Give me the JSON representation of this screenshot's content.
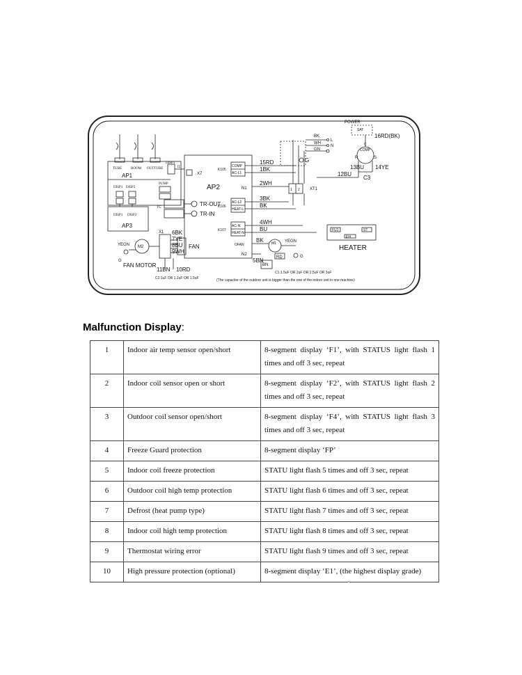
{
  "diagram": {
    "labels": {
      "power": "POWER",
      "bk": "BK",
      "wh": "WH",
      "gn": "GN",
      "l": "L",
      "n": "N",
      "g": "G",
      "sat": "SAT",
      "rd16": "16RD(BK)",
      "comp": "COMP",
      "r": "R",
      "s": "S",
      "c": "C",
      "bu13": "13BU",
      "ye14": "14YE",
      "c3": "C3",
      "one": "1",
      "two": "2",
      "bu12": "12BU",
      "xt1": "XT1",
      "tube": "TUBE",
      "room": "ROOM",
      "outtube": "OUTTUBE",
      "disp3": "DISP3",
      "ap1": "AP1",
      "disp1": "DISP1",
      "disp2": "DISP2",
      "pump": "PUMP",
      "ap3": "AP3",
      "ap2": "AP2",
      "x7": "X7",
      "i1": "I1",
      "k105": "K105",
      "comp_t": "COMP",
      "acl1": "AC-L1",
      "rd15": "15RD",
      "bk1": "1BK",
      "n1": "N1",
      "wh2": "2WH",
      "tr_out": "TR-OUT",
      "tr_in": "TR-IN",
      "tc": "TC",
      "k106": "K106",
      "acl2": "AC-L2",
      "heatl": "HEAT-L",
      "bk3": "3BK",
      "bk_plain": "BK",
      "k107": "K107",
      "acn": "AC-N",
      "heatn": "HEAT-N",
      "wh4": "4WH",
      "bu": "BU",
      "fu1": "FU1",
      "st": "ST",
      "eh": "EH",
      "heater": "HEATER",
      "x1": "X1",
      "bk6": "6BK",
      "ye7": "7YE",
      "bu8": "8BU",
      "wh9": "9WH",
      "fan": "FAN",
      "yegn": "YEGN",
      "m2": "M2",
      "fan_motor": "FAN MOTOR",
      "bn11": "11BN",
      "rd10": "10RD",
      "c2": "C2:1uF OR 1.2uF OR 1.5uF",
      "ofan": "OFAN",
      "n2": "N2",
      "bk_fan": "BK",
      "m1": "M1",
      "yegn2": "YEGN",
      "rd": "RD",
      "bn": "BN",
      "bn5": "5BN",
      "c1": "C1:1.5uF OR 2uF OR 2.5uF OR 3uF",
      "note": "(The capacitor of the outdoor unit is bigger than the one of the indoor unit in one machine)"
    }
  },
  "heading": {
    "text": "Malfunction Display",
    "colon": ":"
  },
  "table": {
    "rows": [
      {
        "no": "1",
        "fault": "Indoor air temp sensor open/short",
        "display": "8-segment display ‘F1’, with STATUS light flash 1 times and off 3 sec, repeat"
      },
      {
        "no": "2",
        "fault": "Indoor coil sensor open or short",
        "display": "8-segment display ‘F2’, with STATUS light flash 2 times and off 3 sec, repeat"
      },
      {
        "no": "3",
        "fault": "Outdoor coil sensor open/short",
        "display": "8-segment display ‘F4’, with STATUS light flash 3 times and off 3 sec, repeat"
      },
      {
        "no": "4",
        "fault": "Freeze Guard protection",
        "display": "8-segment display ‘FP’"
      },
      {
        "no": "5",
        "fault": "Indoor coil freeze protection",
        "display": "STATU light flash 5 times and off 3 sec, repeat"
      },
      {
        "no": "6",
        "fault": "Outdoor coil high temp protection",
        "display": "STATU light flash 6 times and off 3 sec, repeat"
      },
      {
        "no": "7",
        "fault": "Defrost (heat pump type)",
        "display": "STATU light flash 7 times and off 3 sec, repeat"
      },
      {
        "no": "8",
        "fault": "Indoor coil high temp protection",
        "display": "STATU light flash 8 times and off 3 sec, repeat"
      },
      {
        "no": "9",
        "fault": "Thermostat wiring error",
        "display": "STATU light flash 9 times and off 3 sec, repeat"
      },
      {
        "no": "10",
        "fault": "High pressure protection (optional)",
        "display": "8-segment display ‘E1’, (the highest display grade)"
      }
    ]
  }
}
